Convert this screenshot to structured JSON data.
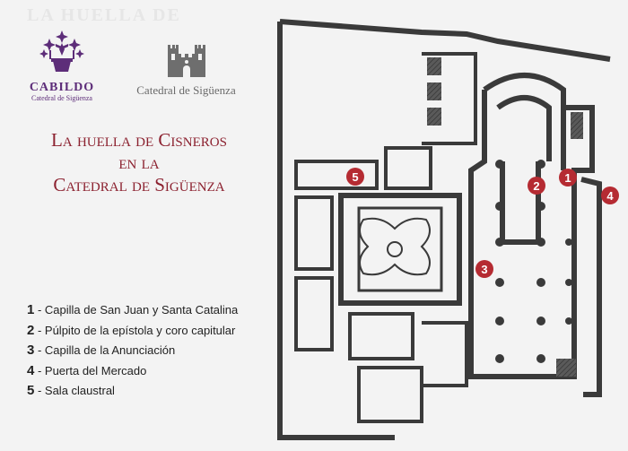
{
  "watermark": "LA HUELLA DE",
  "logos": {
    "cabildo": {
      "name": "CABILDO",
      "subtitle": "Catedral de Sigüenza",
      "icon": "lily-vase-icon",
      "color": "#5d2d79"
    },
    "catedral": {
      "name": "Catedral de Sigüenza",
      "icon": "cathedral-facade-icon",
      "color": "#6a6a6a"
    }
  },
  "title": {
    "lines": [
      "La huella de Cisneros",
      "en la",
      "Catedral de Sigüenza"
    ],
    "color": "#8c2230"
  },
  "legend": [
    {
      "num": "1",
      "label": "Capilla de San Juan y Santa Catalina"
    },
    {
      "num": "2",
      "label": "Púlpito de la epístola y coro capitular"
    },
    {
      "num": "3",
      "label": "Capilla de la Anunciación"
    },
    {
      "num": "4",
      "label": "Puerta del Mercado"
    },
    {
      "num": "5",
      "label": "Sala claustral"
    }
  ],
  "markers": [
    {
      "id": "1",
      "label": "1"
    },
    {
      "id": "2",
      "label": "2"
    },
    {
      "id": "3",
      "label": "3"
    },
    {
      "id": "4",
      "label": "4"
    },
    {
      "id": "5",
      "label": "5"
    }
  ],
  "colors": {
    "marker": "#b52b32",
    "plan_wall": "#4a4a4a",
    "plan_fill": "#e8e8e8"
  }
}
